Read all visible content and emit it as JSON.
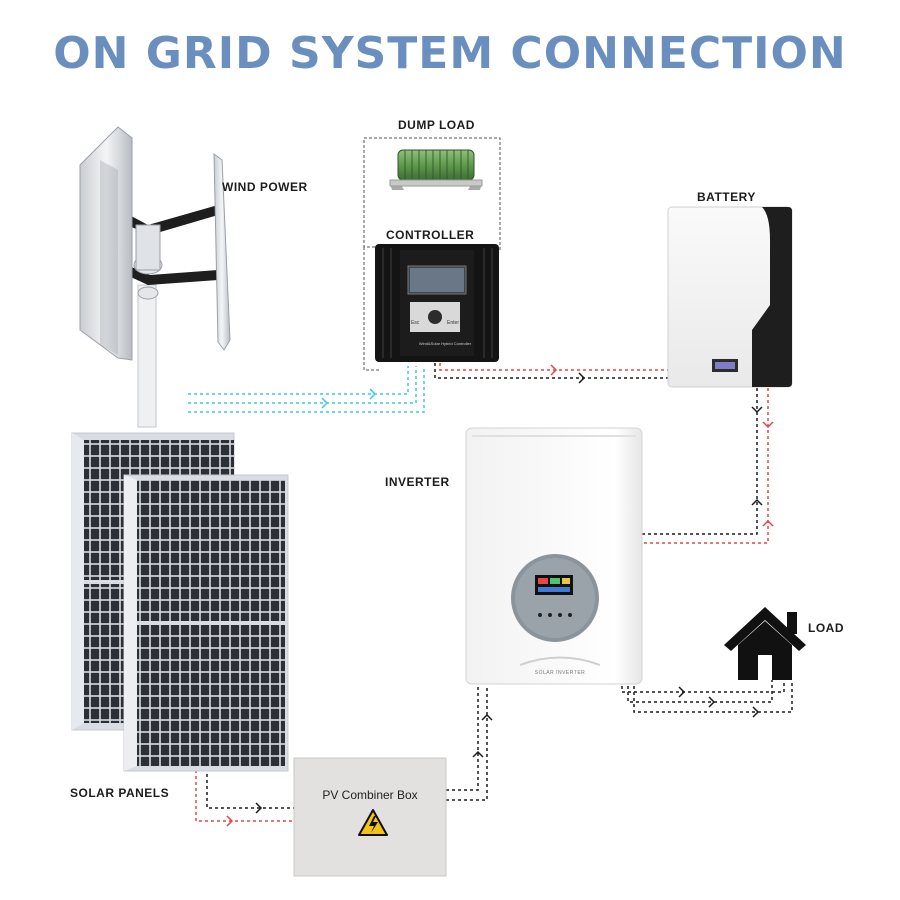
{
  "title": "ON GRID SYSTEM CONNECTION",
  "labels": {
    "wind_power": "WIND POWER",
    "dump_load": "DUMP LOAD",
    "controller": "CONTROLLER",
    "battery": "BATTERY",
    "inverter": "INVERTER",
    "load": "LOAD",
    "solar_panels": "SOLAR PANELS",
    "pv_combiner_box": "PV Combiner Box"
  },
  "device_text": {
    "inverter_brand": "SOLAR INVERTER",
    "controller_brand": "Wind&Solar Hybrid Controller",
    "controller_key_left": "Esc",
    "controller_key_right": "Enter"
  },
  "colors": {
    "title": "#6a8fbf",
    "wind_line": "#3bc8e8",
    "positive_line": "#e84545",
    "negative_line": "#1c1c1c",
    "panel_cell": "#2b2f36",
    "battery_side": "#1e1e1e"
  },
  "icons": [
    "wind-turbine-icon",
    "resistor-icon",
    "solar-panel-icon",
    "battery-icon",
    "inverter-icon",
    "house-icon",
    "high-voltage-icon"
  ]
}
